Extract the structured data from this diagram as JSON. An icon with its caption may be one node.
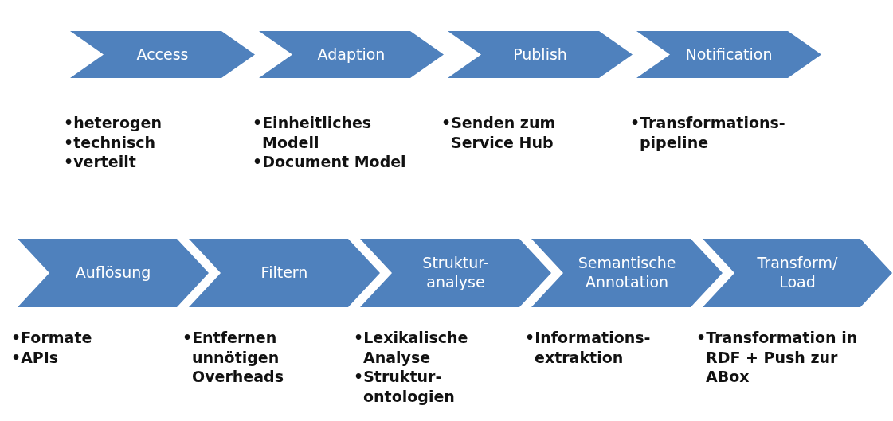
{
  "diagram": {
    "nodes": [
      {
        "text": [
          "Access"
        ],
        "beside": [
          "•heterogen",
          "•technisch",
          "•verteilt"
        ]
      },
      {
        "text": [
          "Adaption"
        ],
        "beside": [
          "•Einheitliches Modell",
          "•Document Model"
        ]
      },
      {
        "text": [
          "Publish"
        ],
        "beside": [
          "•Senden zum Service Hub"
        ]
      },
      {
        "text": [
          "Notification"
        ],
        "beside": [
          "•Transformations-pipeline"
        ]
      },
      {
        "text": [
          "Auflösung"
        ],
        "beside": [
          "•Formate",
          "•APIs"
        ]
      },
      {
        "text": [
          "Filtern"
        ],
        "beside": [
          "•Entfernen unnötigen Overheads"
        ]
      },
      {
        "text": [
          "Struktur-analyse"
        ],
        "beside": [
          "•Lexikalische Analyse",
          "•Struktur-ontologien"
        ]
      },
      {
        "text": [
          "Semantische Annotation"
        ],
        "beside": [
          "•Informations-extraktion"
        ]
      },
      {
        "text": [
          "Transform/ Load"
        ],
        "beside": [
          "•Transformation in RDF + Push zur ABox"
        ]
      }
    ]
  }
}
